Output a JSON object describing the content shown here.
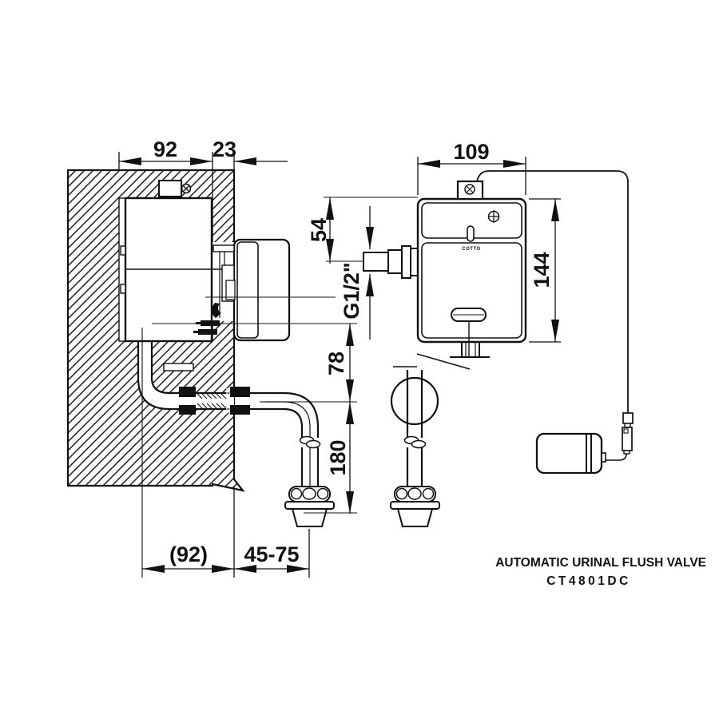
{
  "page": {
    "background": "#ffffff",
    "ink": "#111111"
  },
  "title_block": {
    "title": "AUTOMATIC URINAL FLUSH VALVE",
    "model": "CT4801DC"
  },
  "product": {
    "brand_logo": "COTTO"
  },
  "dimensions": {
    "side_view": {
      "recess_width": "92",
      "wall_lip": "23",
      "inlet_height": "54",
      "inlet_thread": "G1/2\"",
      "outlet_drop": "78",
      "tailpipe_length": "180",
      "supply_center_to_wall": "(92)",
      "wall_to_tailpipe": "45-75"
    },
    "front_view": {
      "body_width": "109",
      "body_height": "144"
    }
  }
}
